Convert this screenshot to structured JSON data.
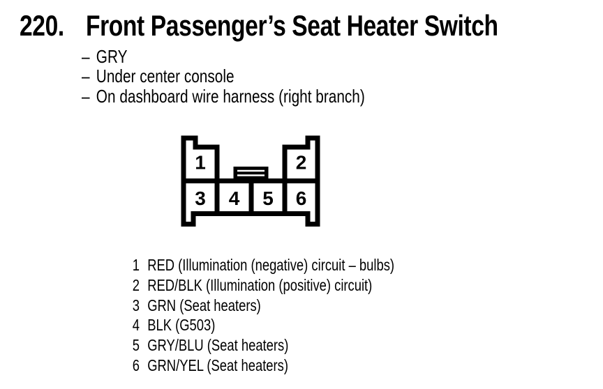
{
  "doc": {
    "section_number": "220.",
    "title": "Front Passenger’s Seat Heater Switch",
    "bullet_prefix": "–",
    "details": [
      "GRY",
      "Under center console",
      "On dashboard wire harness (right branch)"
    ]
  },
  "connector": {
    "pins": [
      "1",
      "2",
      "3",
      "4",
      "5",
      "6"
    ]
  },
  "pin_list": [
    {
      "pin": "1",
      "desc": "RED (Illumination (negative) circuit – bulbs)"
    },
    {
      "pin": "2",
      "desc": "RED/BLK (Illumination (positive) circuit)"
    },
    {
      "pin": "3",
      "desc": "GRN (Seat heaters)"
    },
    {
      "pin": "4",
      "desc": "BLK (G503)"
    },
    {
      "pin": "5",
      "desc": "GRY/BLU (Seat heaters)"
    },
    {
      "pin": "6",
      "desc": "GRN/YEL (Seat heaters)"
    }
  ],
  "colors": {
    "ink": "#000000",
    "paper": "#ffffff"
  }
}
